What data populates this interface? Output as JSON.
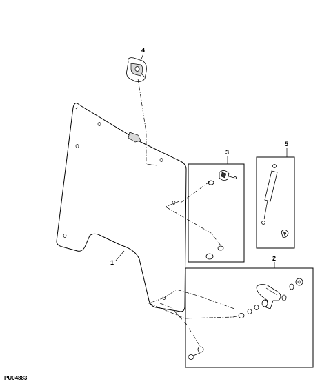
{
  "figure_id": "PU04883",
  "callouts": {
    "glass": "1",
    "hinge_kit": "2",
    "latch_kit": "3",
    "latch_bracket": "4",
    "gas_strut": "5"
  }
}
